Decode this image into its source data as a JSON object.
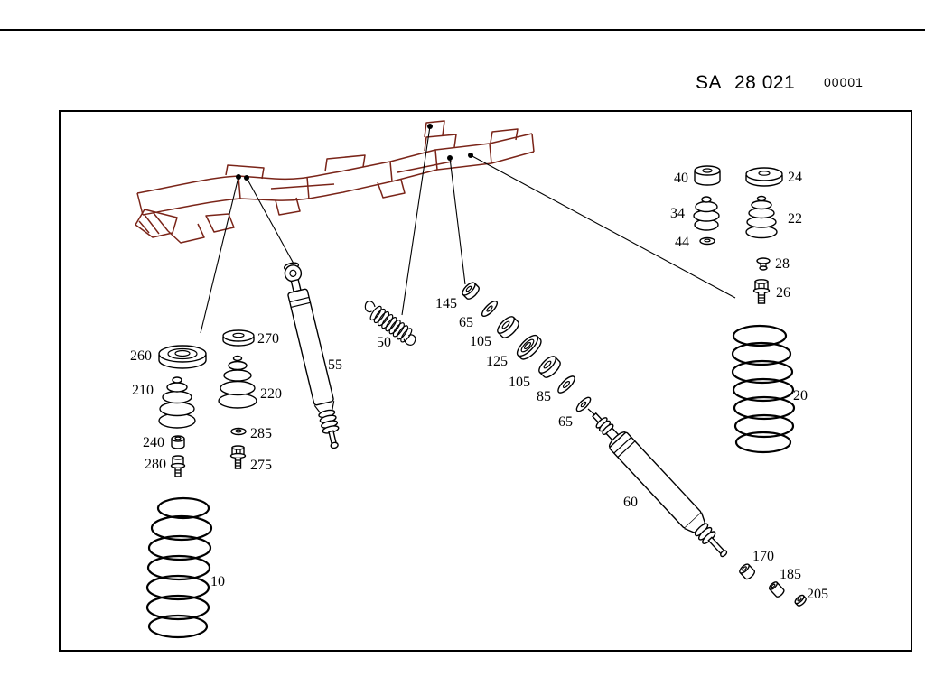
{
  "header": {
    "code": "SA",
    "group": "28 021",
    "sheet": "00001"
  },
  "colors": {
    "background": "#ffffff",
    "line": "#000000",
    "frame": "#7a2418"
  },
  "parts": {
    "p10": "10",
    "p20": "20",
    "p22": "22",
    "p24": "24",
    "p26": "26",
    "p28": "28",
    "p34": "34",
    "p40": "40",
    "p44": "44",
    "p50": "50",
    "p55": "55",
    "p60": "60",
    "p65a": "65",
    "p65b": "65",
    "p85": "85",
    "p105a": "105",
    "p105b": "105",
    "p125": "125",
    "p145": "145",
    "p170": "170",
    "p185": "185",
    "p205": "205",
    "p210": "210",
    "p220": "220",
    "p240": "240",
    "p260": "260",
    "p270": "270",
    "p275": "275",
    "p280": "280",
    "p285": "285"
  }
}
